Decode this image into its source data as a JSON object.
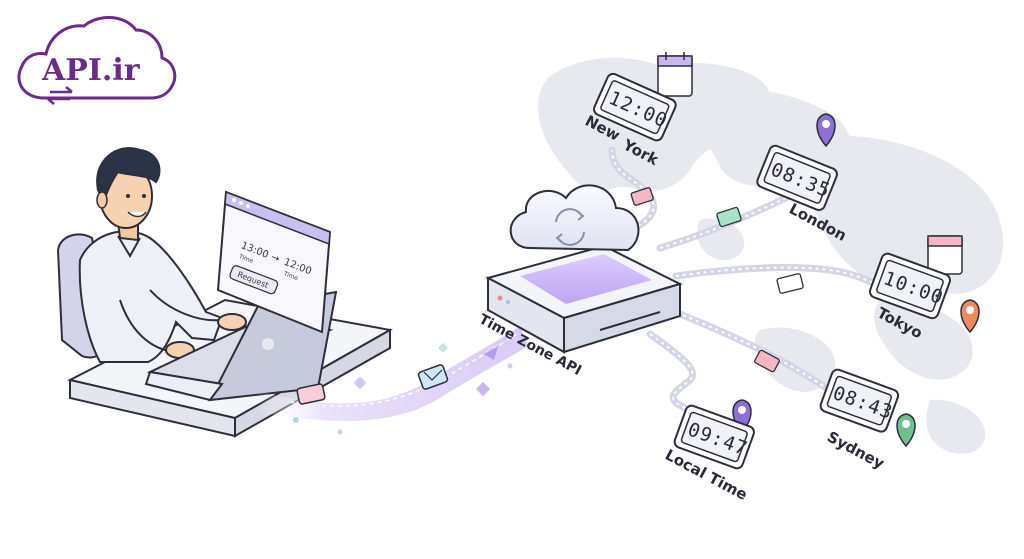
{
  "logo": {
    "text": "API.ir",
    "color": "#6b2a8c"
  },
  "laptop_screen": {
    "from_time": "13:00",
    "from_caption": "Time",
    "arrow": "→",
    "to_time": "12:00",
    "to_caption": "Time",
    "button_label": "Request"
  },
  "server": {
    "label": "Time Zone API"
  },
  "clocks": [
    {
      "city_line1": "New",
      "city_line2": "York",
      "time": "12:00"
    },
    {
      "city": "London",
      "time": "08:35"
    },
    {
      "city": "Tokyo",
      "time": "10:00"
    },
    {
      "city": "Sydney",
      "time": "08:43"
    },
    {
      "city": "Local Time",
      "time": "09:47"
    }
  ],
  "colors": {
    "accent_purple": "#8a6ad8",
    "flow_lilac": "#dcd2f7",
    "map_grey": "#e6e8ee",
    "packet_pink": "#f6b7c4",
    "packet_green": "#a7e3c9",
    "pin_purple": "#8e6fd6",
    "pin_orange": "#f08a5d",
    "pin_green": "#6fc08f"
  }
}
